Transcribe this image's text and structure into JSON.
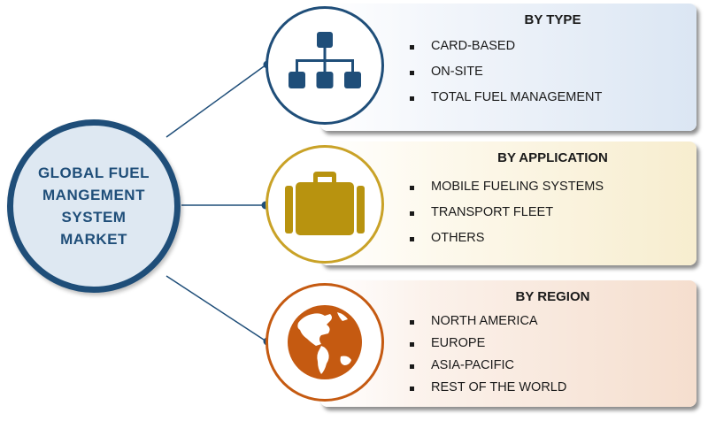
{
  "center": {
    "title": "GLOBAL FUEL\nMANGEMENT\nSYSTEM\nMARKET"
  },
  "segments": [
    {
      "title": "BY TYPE",
      "icon": "hierarchy-icon",
      "color": "#1f4e79",
      "items": [
        "CARD-BASED",
        "ON-SITE",
        "TOTAL FUEL MANAGEMENT"
      ]
    },
    {
      "title": "BY APPLICATION",
      "icon": "briefcase-icon",
      "color": "#c9a227",
      "items": [
        "MOBILE FUELING SYSTEMS",
        "TRANSPORT FLEET",
        "OTHERS"
      ]
    },
    {
      "title": "BY REGION",
      "icon": "globe-icon",
      "color": "#c55a11",
      "items": [
        "NORTH AMERICA",
        "EUROPE",
        "ASIA-PACIFIC",
        "REST OF THE WORLD"
      ]
    }
  ]
}
